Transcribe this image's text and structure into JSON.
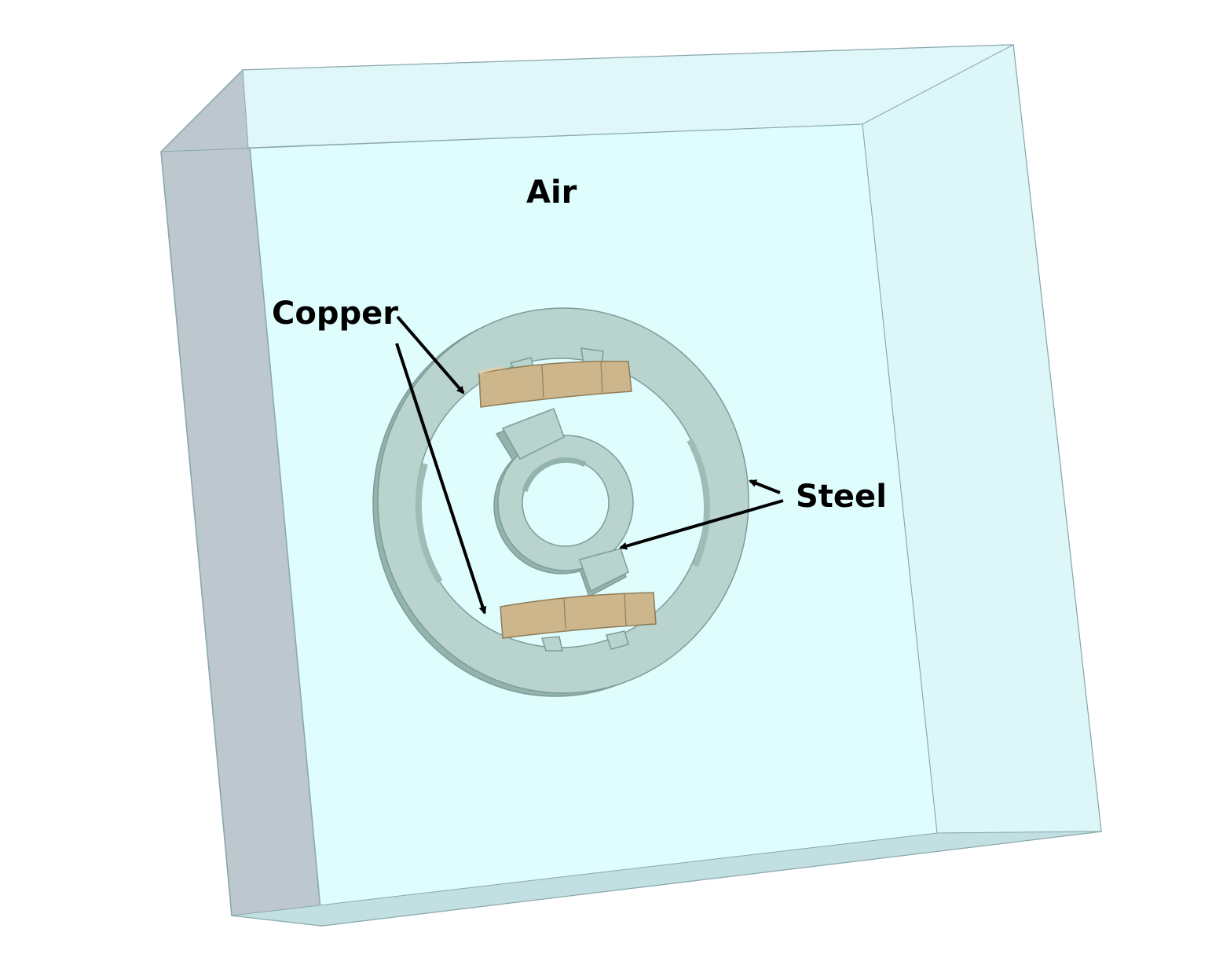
{
  "labels": {
    "air": "Air",
    "copper": "Copper",
    "steel": "Steel"
  },
  "colors": {
    "air_front": "#e0fdfd",
    "air_left_side": "#bcc8ce",
    "air_top_side": "#d4eef0",
    "air_bottom_side": "#c2e0e2",
    "air_edge": "#8aa8ae",
    "steel": "#b9d3ce",
    "steel_shadow": "#93b3ad",
    "steel_edge": "#7e9c97",
    "copper": "#cdb68b",
    "copper_edge": "#8e7c59",
    "arrow": "#000000"
  }
}
